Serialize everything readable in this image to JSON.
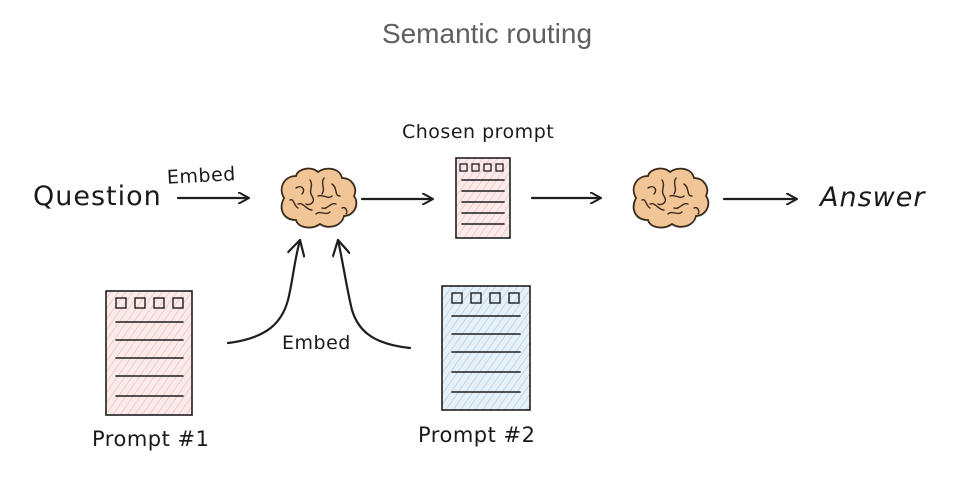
{
  "title": "Semantic routing",
  "nodes": {
    "question": "Question",
    "answer": "Answer",
    "chosen_prompt": "Chosen prompt",
    "prompt1": "Prompt #1",
    "prompt2": "Prompt #2"
  },
  "edges": {
    "embed_question": "Embed",
    "embed_prompts": "Embed"
  },
  "colors": {
    "brain": "#f2c596",
    "brain_outline": "#3a2a1c",
    "doc_pink": "#f3dada",
    "doc_blue": "#d7e6f2",
    "stroke": "#1e1e1e"
  }
}
